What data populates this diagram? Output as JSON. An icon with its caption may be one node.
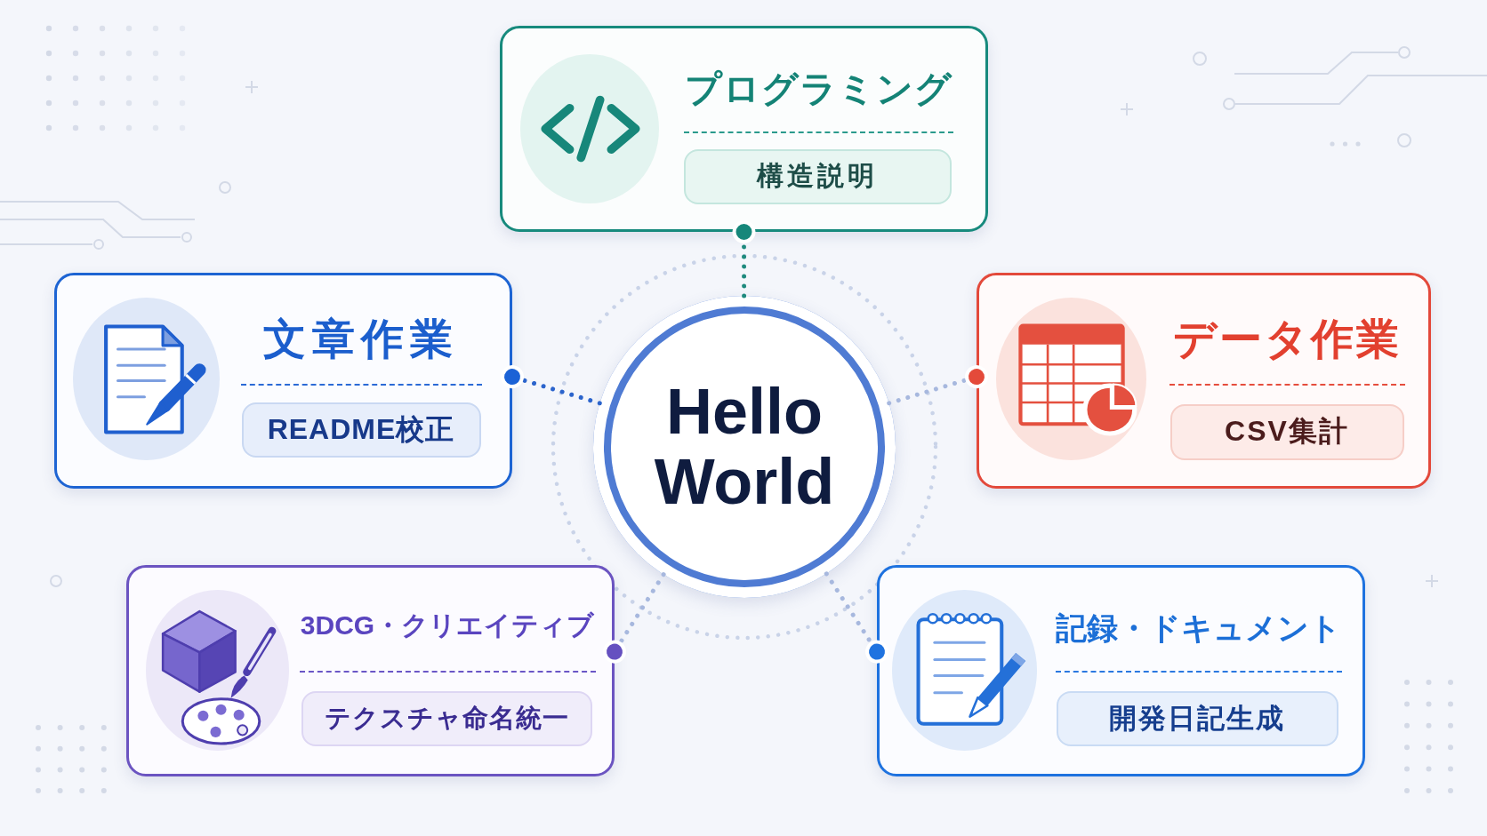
{
  "diagram": {
    "nodes": [
      {
        "text": [
          "プログラミング"
        ]
      },
      {
        "text": [
          "構造説明"
        ],
        "in": 0
      },
      {
        "text": [
          "文章作業"
        ]
      },
      {
        "text": [
          "README校正"
        ],
        "in": 2
      },
      {
        "text": [
          "Hello World"
        ]
      },
      {
        "text": [
          "データ作業"
        ]
      },
      {
        "text": [
          "CSV集計"
        ],
        "in": 5
      },
      {
        "text": [
          "3DCG・クリエイティブ"
        ]
      },
      {
        "text": [
          "テクスチャ命名統一"
        ],
        "in": 7
      },
      {
        "text": [
          "記録・ドキュメント"
        ]
      },
      {
        "text": [
          "開発日記生成"
        ],
        "in": 9
      }
    ],
    "edges": [
      {
        "from": 4,
        "to": 0,
        "arrow": "other",
        "style": "dashed",
        "color": "#1f8a7e"
      },
      {
        "from": 4,
        "to": 2,
        "arrow": "other",
        "style": "dashed",
        "color": "#2b64cc"
      },
      {
        "from": 4,
        "to": 5,
        "arrow": "other",
        "style": "dashed"
      },
      {
        "from": 4,
        "to": 7,
        "arrow": "other",
        "style": "dashed"
      },
      {
        "from": 4,
        "to": 9,
        "arrow": "other",
        "style": "dashed"
      }
    ]
  }
}
